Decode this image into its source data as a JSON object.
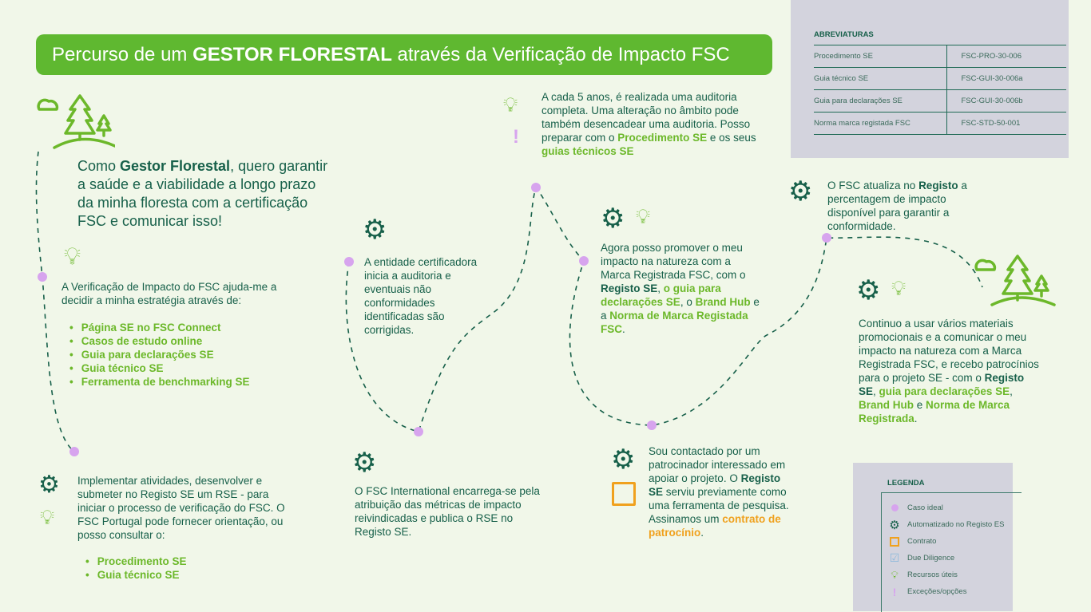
{
  "title": {
    "pre": "Percurso de um ",
    "bold": "GESTOR FLORESTAL",
    "post": " através da Verificação de Impacto FSC"
  },
  "intro": [
    {
      "t": "Como "
    },
    {
      "t": "Gestor Florestal",
      "s": "b"
    },
    {
      "t": ", quero garantir a saúde e a viabilidade a longo prazo da minha floresta com a certificação FSC e comunicar isso!"
    }
  ],
  "step1": {
    "text": "A Verificação de Impacto do FSC ajuda-me a decidir a minha estratégia através de:",
    "items": [
      "Página SE no FSC Connect",
      "Casos de estudo online",
      "Guia para declarações SE",
      "Guia técnico SE",
      "Ferramenta de benchmarking SE"
    ]
  },
  "step2": {
    "text": "Implementar atividades, desenvolver e submeter no Registo SE um RSE - para iniciar o processo de verificação do FSC. O FSC Portugal pode fornecer orientação, ou posso consultar o:",
    "items": [
      "Procedimento SE",
      "Guia técnico SE"
    ]
  },
  "step3": "A entidade certificadora inicia a auditoria e eventuais não conformidades identificadas são corrigidas.",
  "step4": "O FSC International encarrega-se pela atribuição das métricas de impacto reivindicadas e publica o RSE no Registo SE.",
  "step5": [
    {
      "t": "A cada 5 anos,  é realizada uma auditoria completa.  Uma alteração no âmbito pode também desencadear uma auditoria. Posso preparar com o "
    },
    {
      "t": "Procedimento SE",
      "s": "g"
    },
    {
      "t": " e os seus "
    },
    {
      "t": "guias técnicos SE",
      "s": "g"
    }
  ],
  "step6": [
    {
      "t": "Agora posso promover o meu impacto  na natureza com a Marca Registrada FSC,  com o "
    },
    {
      "t": "Registo SE",
      "s": "b"
    },
    {
      "t": ", "
    },
    {
      "t": "o guia para declarações SE",
      "s": "g"
    },
    {
      "t": ", o "
    },
    {
      "t": "Brand Hub",
      "s": "g"
    },
    {
      "t": " e a "
    },
    {
      "t": "Norma de Marca Registada FSC",
      "s": "g"
    },
    {
      "t": "."
    }
  ],
  "step7": [
    {
      "t": "Sou contactado por um patrocinador interessado em apoiar o projeto. O "
    },
    {
      "t": "Registo SE",
      "s": "b"
    },
    {
      "t": " serviu previamente como uma ferramenta de pesquisa. Assinamos um "
    },
    {
      "t": "contrato de patrocínio",
      "s": "o"
    },
    {
      "t": "."
    }
  ],
  "step8": [
    {
      "t": "O FSC atualiza no "
    },
    {
      "t": "Registo",
      "s": "b"
    },
    {
      "t": " a percentagem de impacto disponível para garantir a conformidade."
    }
  ],
  "step9": [
    {
      "t": "Continuo a usar vários materiais promocionais e a comunicar o meu impacto na natureza com a Marca Registrada FSC, e recebo patrocínios para o projeto SE - com o "
    },
    {
      "t": "Registo SE",
      "s": "b"
    },
    {
      "t": ", "
    },
    {
      "t": "guia para declarações SE",
      "s": "g"
    },
    {
      "t": ", "
    },
    {
      "t": "Brand Hub",
      "s": "g"
    },
    {
      "t": " e "
    },
    {
      "t": "Norma de Marca Registrada",
      "s": "g"
    },
    {
      "t": "."
    }
  ],
  "abbreviations": {
    "title": "ABREVIATURAS",
    "rows": [
      [
        "Procedimento SE",
        "FSC-PRO-30-006"
      ],
      [
        "Guia técnico SE",
        "FSC-GUI-30-006a"
      ],
      [
        "Guia para declarações SE",
        "FSC-GUI-30-006b"
      ],
      [
        "Norma marca registada FSC",
        "FSC-STD-50-001"
      ]
    ]
  },
  "legend": {
    "title": "LEGENDA",
    "items": [
      "Caso ideal",
      "Automatizado no Registo ES",
      "Contrato",
      "Due Diligence",
      "Recursos úteis",
      "Exceções/opções"
    ]
  },
  "colors": {
    "dark": "#17604a",
    "green": "#6cb82a",
    "accent": "#5fb830",
    "dot": "#d7a4ee",
    "orange": "#f0a11e"
  }
}
